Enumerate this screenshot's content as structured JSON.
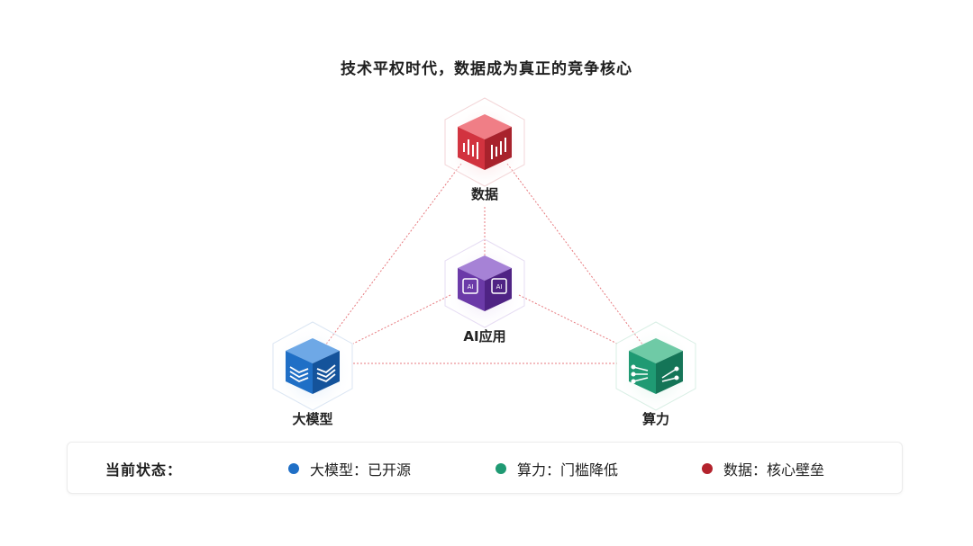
{
  "title": "技术平权时代，数据成为真正的竞争核心",
  "nodes": {
    "data": {
      "label": "数据",
      "color": "#d9333f"
    },
    "ai": {
      "label": "AI应用",
      "color": "#6b3aa8"
    },
    "model": {
      "label": "大模型",
      "color": "#1f6fc6"
    },
    "compute": {
      "label": "算力",
      "color": "#1f9a73"
    }
  },
  "status": {
    "title": "当前状态：",
    "items": [
      {
        "label": "大模型：已开源",
        "color": "#1f6fc6"
      },
      {
        "label": "算力：门槛降低",
        "color": "#1f9a73"
      },
      {
        "label": "数据：核心壁垒",
        "color": "#b3222c"
      }
    ]
  }
}
